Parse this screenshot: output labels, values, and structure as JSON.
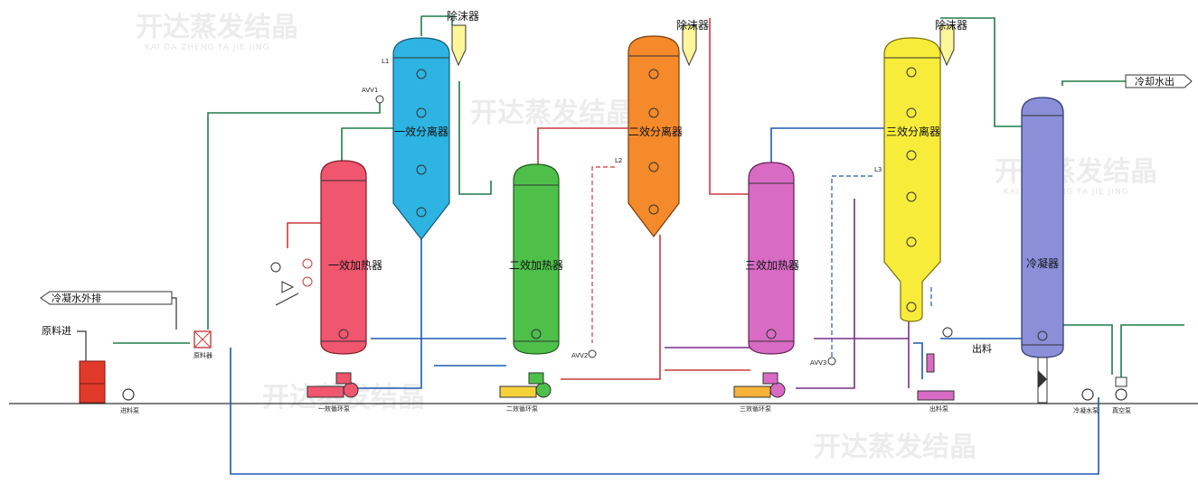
{
  "labels": {
    "sep1": "一效分离器",
    "sep2": "二效分离器",
    "sep3": "三效分离器",
    "heat1": "一效加热器",
    "heat2": "二效加热器",
    "heat3": "三效加热器",
    "condenser": "冷凝器",
    "demister1": "除沫器",
    "demister2": "除沫器",
    "demister3": "除沫器",
    "cooling_out": "冷却水出",
    "condensate_out": "冷凝水外排",
    "feed_in": "原料进",
    "preheater": "原料器",
    "feed_pump": "进料泵",
    "pump1": "一效循环泵",
    "pump2": "二效循环泵",
    "pump3": "三效循环泵",
    "discharge_pump": "出料泵",
    "condensate_pump": "冷凝水泵",
    "vacuum_pump": "真空泵",
    "product_out": "出料",
    "l1": "L1",
    "l2": "L2",
    "l3": "L3",
    "avv1": "AVV1",
    "avv2": "AVV2",
    "avv3": "AVV3"
  },
  "watermark": {
    "text": "开达蒸发结晶",
    "sub": "KAI DA ZHENG FA JIE JING"
  },
  "colors": {
    "heat1": "#f0566e",
    "sep1": "#2db4e2",
    "heat2": "#4ec04a",
    "sep2": "#f58a2a",
    "heat3": "#d86bc4",
    "sep3": "#f7ec3a",
    "condenser": "#8a8fd8",
    "pipe_green": "#1f7d4a",
    "pipe_red": "#c83b3b",
    "pipe_blue": "#1e58b0",
    "pipe_purple": "#7a2e8a"
  }
}
